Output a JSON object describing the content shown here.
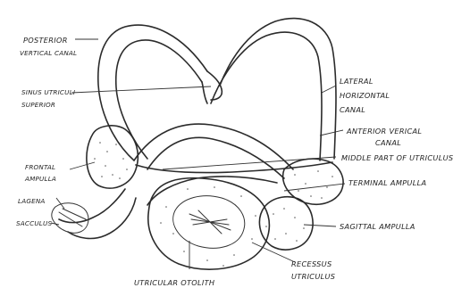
{
  "labels": {
    "posterior_vertical_canal": [
      "POSTERIOR",
      "VERTICAL CANAL"
    ],
    "sinus_utriculi_superior": [
      "SINUS UTRICULI",
      "SUPERIOR"
    ],
    "frontal_ampulla": [
      "FRONTAL",
      "AMPULLA"
    ],
    "lagena": "LAGENA",
    "sacculus": "SACCULUS",
    "lateral_horizontal_canal": [
      "LATERAL",
      "HORIZONTAL",
      "CANAL"
    ],
    "anterior_vertical_canal": [
      "ANTERIOR VERICAL",
      "CANAL"
    ],
    "middle_part_of_utriculus": "MIDDLE PART OF UTRICULUS",
    "terminal_ampulla": "TERMINAL AMPULLA",
    "sagittal_ampulla": "SAGITTAL AMPULLA",
    "recessus_utriculus": [
      "RECESSUS",
      "UTRICULUS"
    ],
    "utricular_otolith": "UTRICULAR OTOLITH"
  }
}
